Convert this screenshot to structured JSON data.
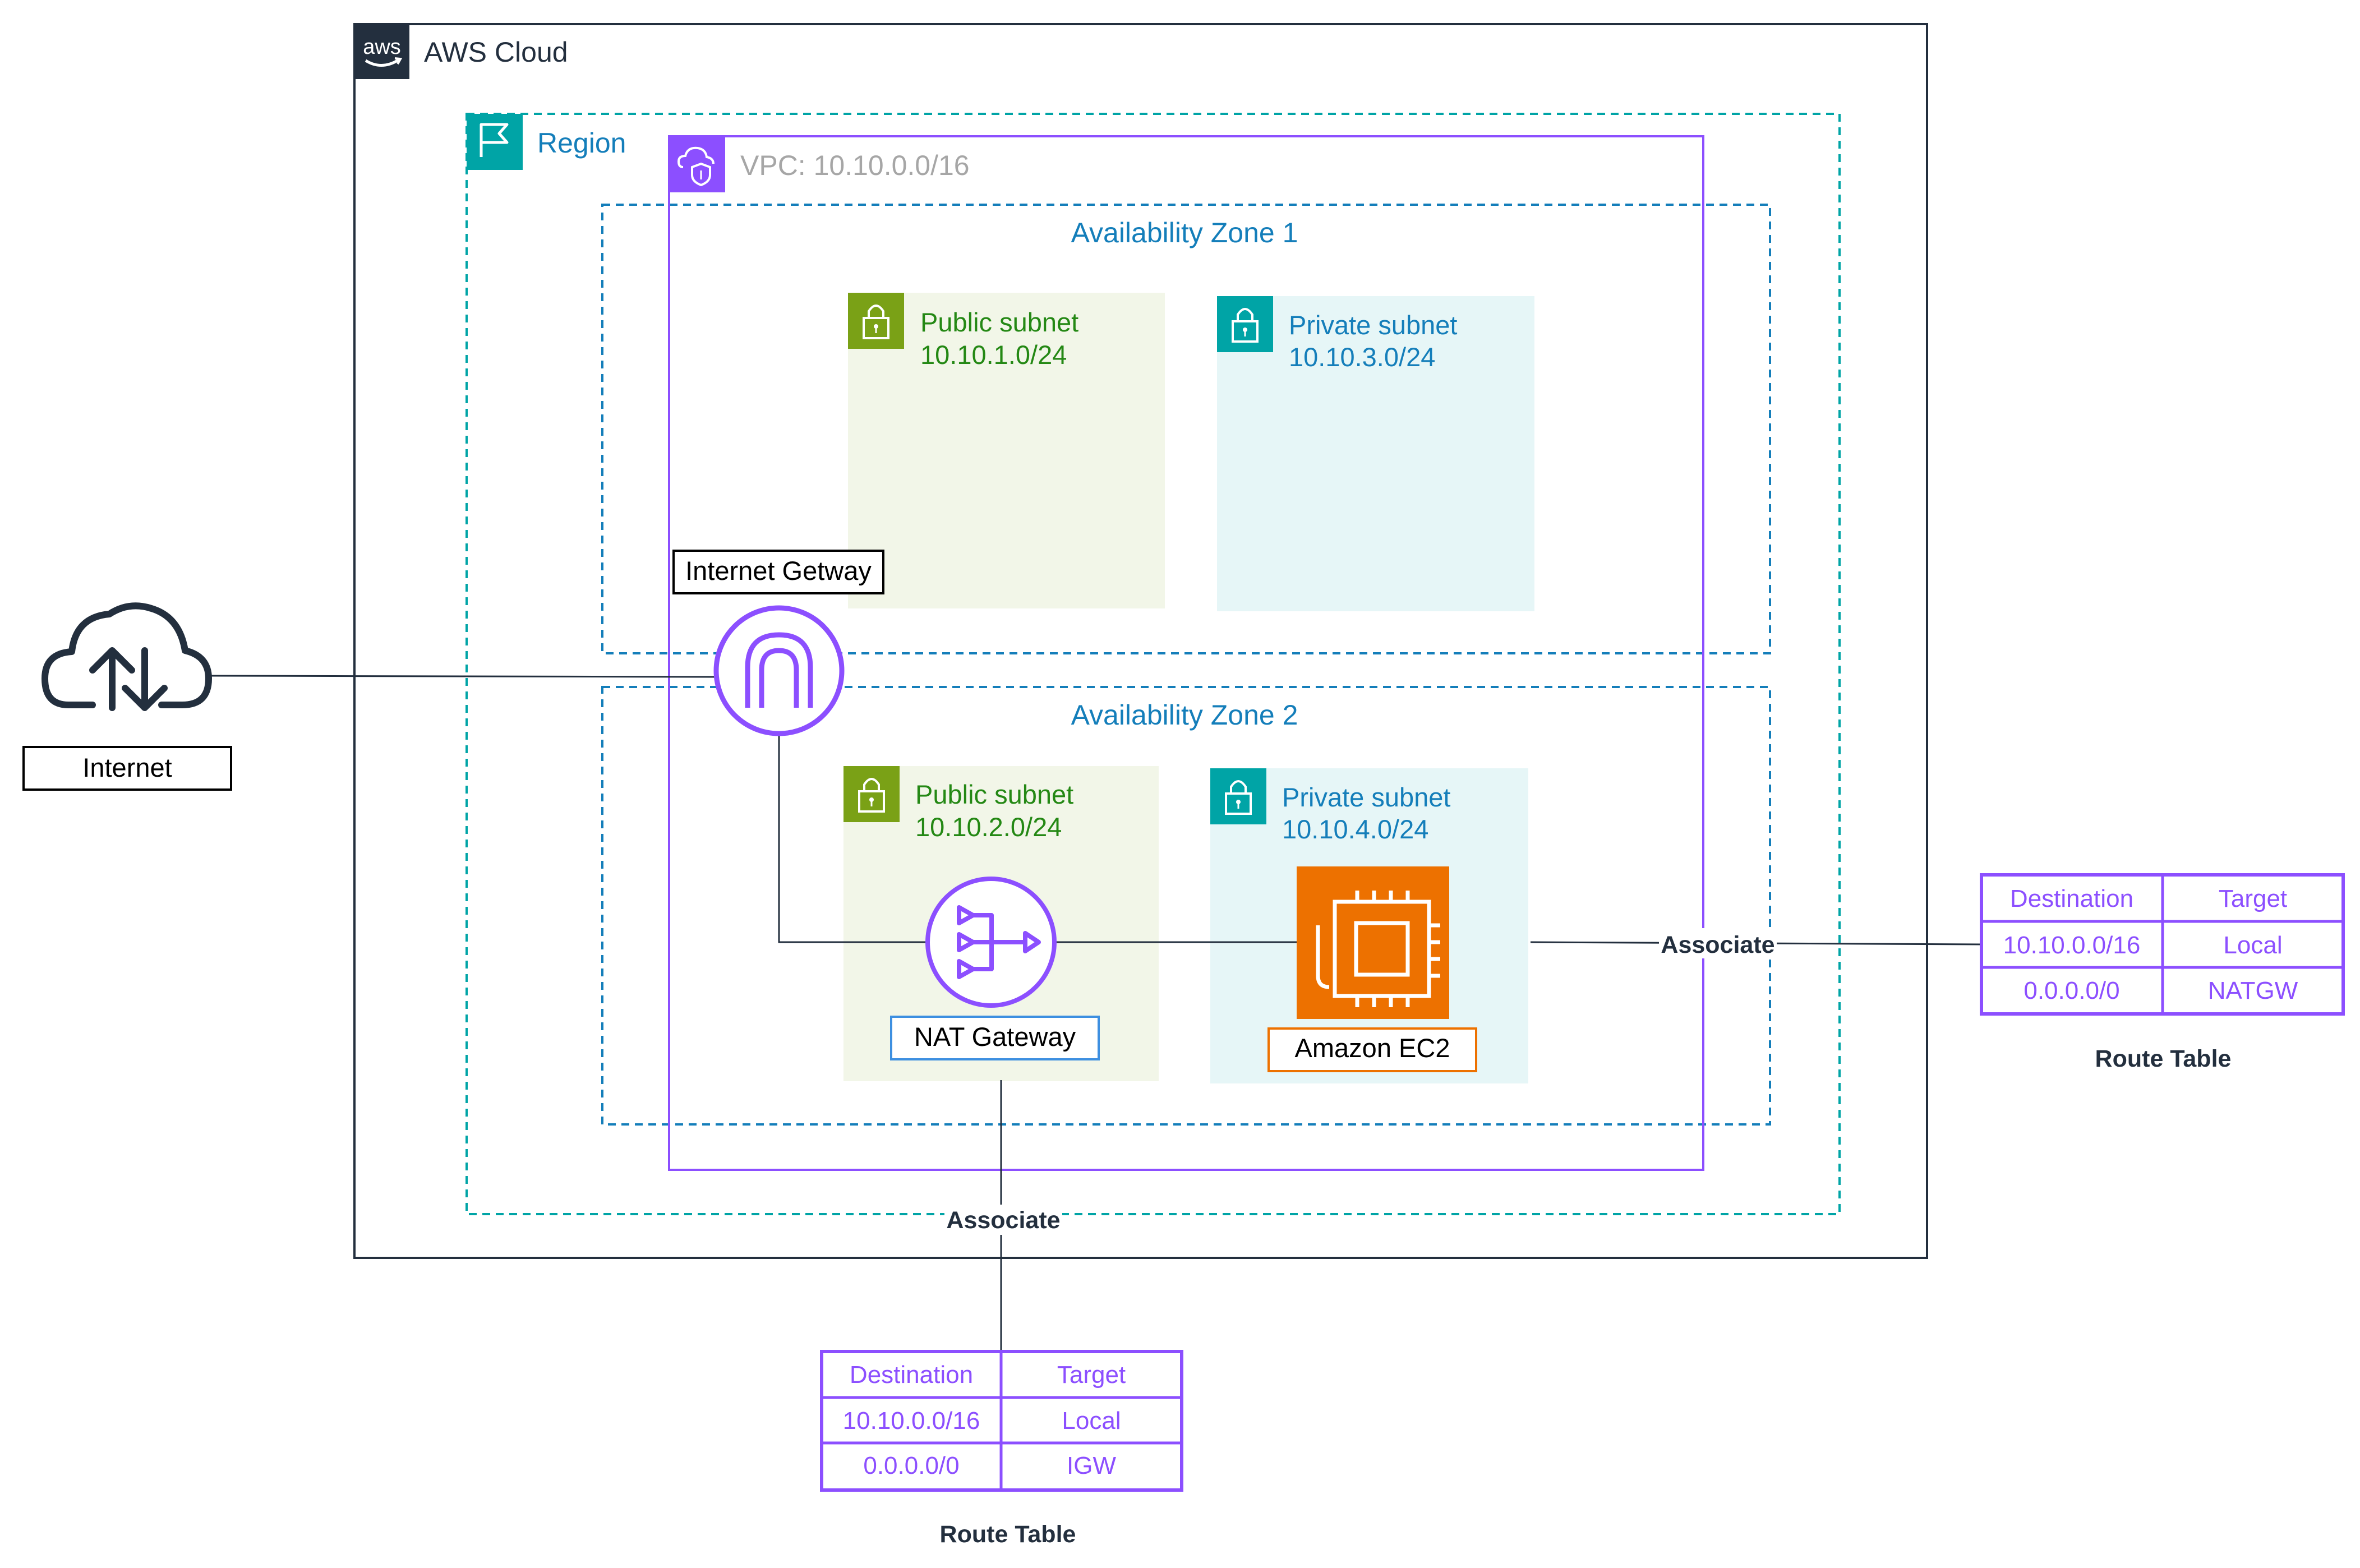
{
  "aws_cloud": {
    "label": "AWS Cloud",
    "logo_text": "aws"
  },
  "region": {
    "label": "Region"
  },
  "vpc": {
    "label": "VPC: 10.10.0.0/16"
  },
  "zones": {
    "az1": {
      "label": "Availability Zone 1"
    },
    "az2": {
      "label": "Availability Zone 2"
    }
  },
  "subnets": {
    "az1_public": {
      "name": "Public subnet",
      "cidr": "10.10.1.0/24"
    },
    "az1_private": {
      "name": "Private subnet",
      "cidr": "10.10.3.0/24"
    },
    "az2_public": {
      "name": "Public subnet",
      "cidr": "10.10.2.0/24"
    },
    "az2_private": {
      "name": "Private subnet",
      "cidr": "10.10.4.0/24"
    }
  },
  "nodes": {
    "internet": {
      "label": "Internet",
      "icon": "internet-cloud-icon"
    },
    "igw": {
      "label": "Internet Getway",
      "icon": "internet-gateway-icon"
    },
    "nat": {
      "label": "NAT Gateway",
      "icon": "nat-gateway-icon"
    },
    "ec2": {
      "label": "Amazon EC2",
      "icon": "ec2-chip-icon"
    }
  },
  "edges": {
    "private_assoc": {
      "label": "Associate"
    },
    "public_assoc": {
      "label": "Associate"
    }
  },
  "route_tables": {
    "private": {
      "caption": "Route Table",
      "headers": [
        "Destination",
        "Target"
      ],
      "rows": [
        [
          "10.10.0.0/16",
          "Local"
        ],
        [
          "0.0.0.0/0",
          "NATGW"
        ]
      ]
    },
    "public": {
      "caption": "Route Table",
      "headers": [
        "Destination",
        "Target"
      ],
      "rows": [
        [
          "10.10.0.0/16",
          "Local"
        ],
        [
          "0.0.0.0/0",
          "IGW"
        ]
      ]
    }
  },
  "colors": {
    "cloud_border": "#232f3e",
    "teal": "#00a4a6",
    "teal_text": "#147eba",
    "vpc": "#8c4fff",
    "vpc_text": "#a6a6a6",
    "public_fill": "#f2f6e8",
    "public_icon": "#7aa116",
    "public_text": "#248814",
    "private_fill": "#e6f6f7",
    "private_icon": "#00a4a6",
    "private_text": "#147eba",
    "ec2": "#ed7100",
    "nat_label_border": "#3d8fe0"
  }
}
